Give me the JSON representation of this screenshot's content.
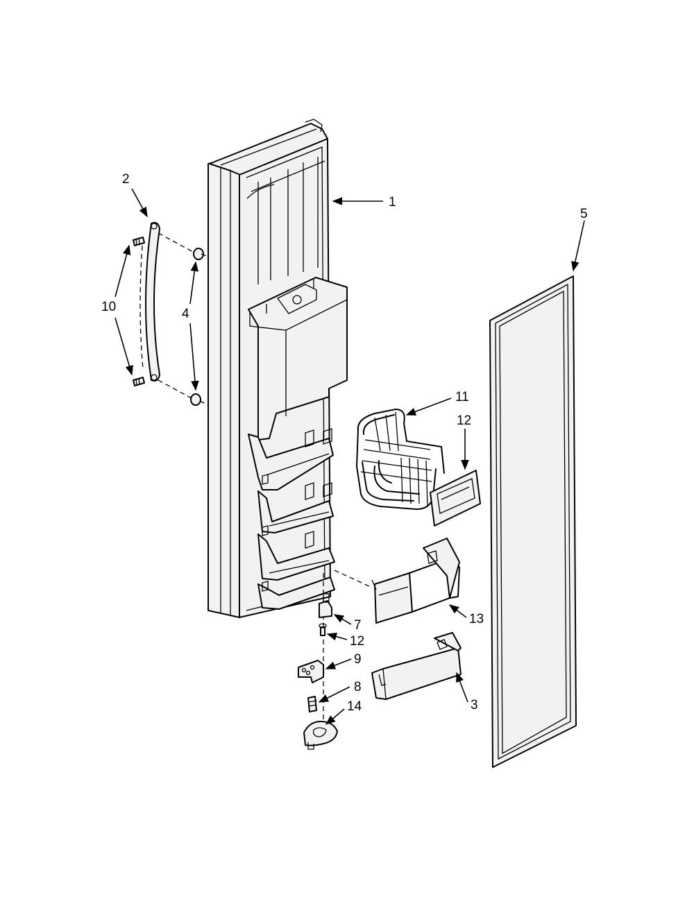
{
  "callouts": {
    "c1": "1",
    "c2": "2",
    "c3": "3",
    "c4": "4",
    "c5": "5",
    "c7": "7",
    "c8": "8",
    "c9": "9",
    "c10": "10",
    "c11": "11",
    "c12a": "12",
    "c12b": "12",
    "c13": "13",
    "c14": "14"
  }
}
